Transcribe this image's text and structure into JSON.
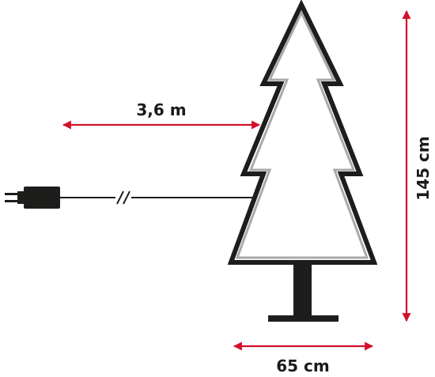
{
  "dimensions": {
    "cable_length": "3,6 m",
    "tree_height": "145 cm",
    "base_width": "65 cm"
  },
  "colors": {
    "dimension_arrow": "#d3102a",
    "outline": "#1d1d1b",
    "inner_glow": "#a9a9a9",
    "background": "#ffffff"
  },
  "icons": {
    "plug": "power-plug-icon",
    "cable_break": "cable-break-icon"
  }
}
